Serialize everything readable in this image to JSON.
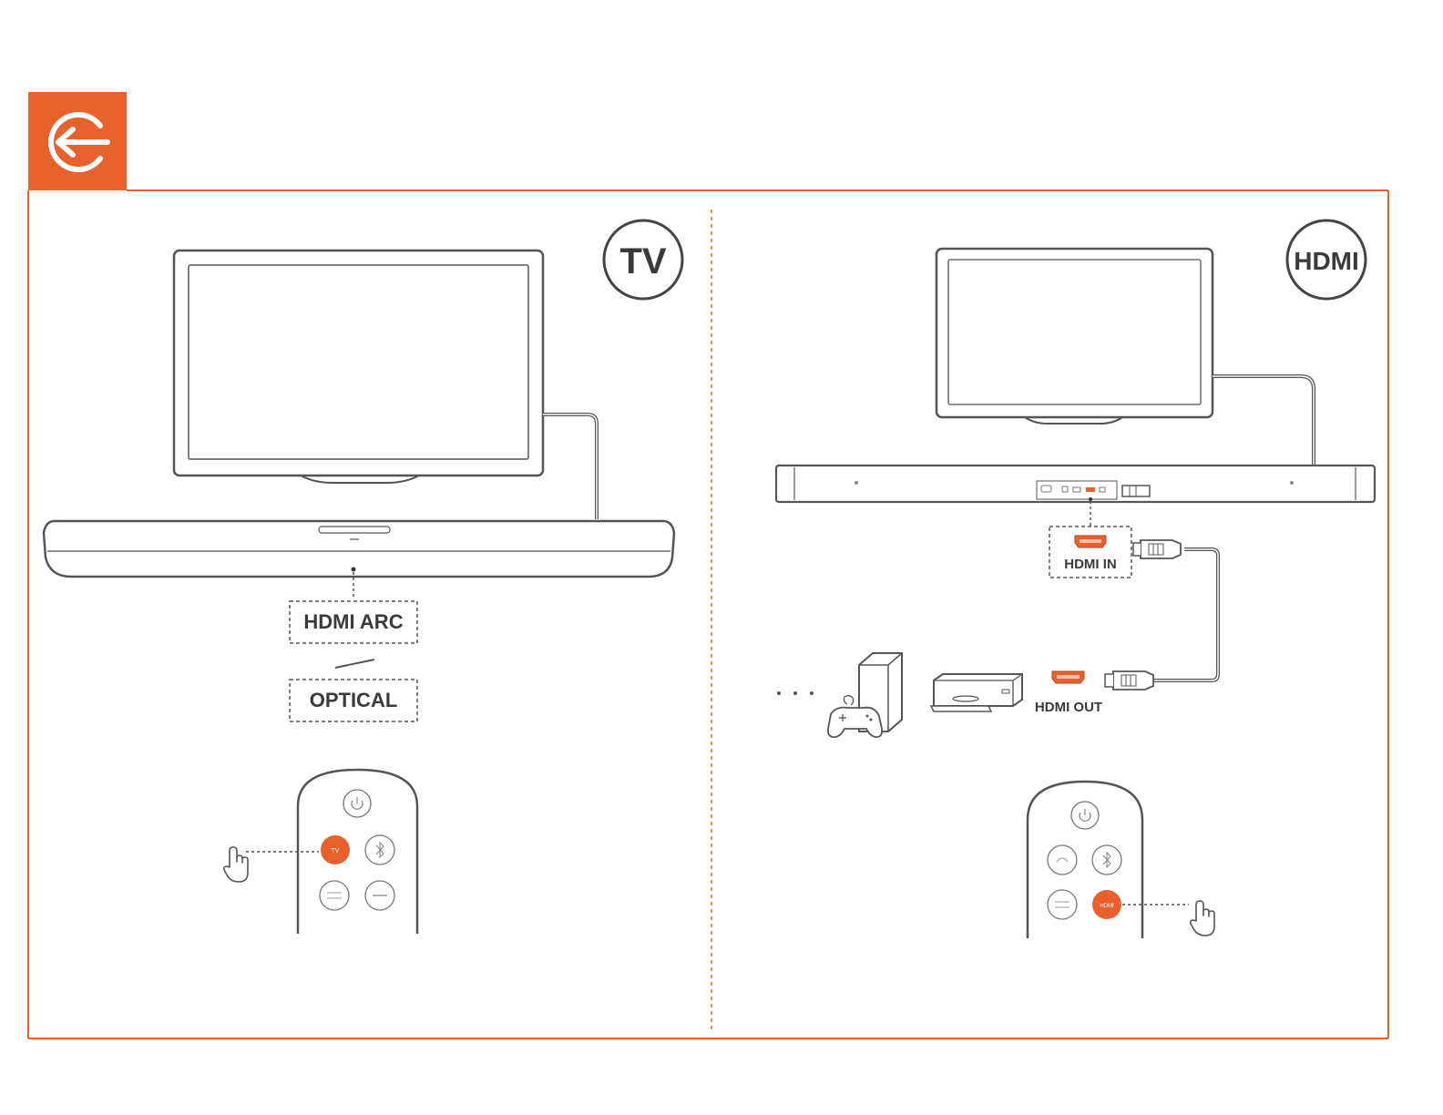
{
  "colors": {
    "accent": "#E8602C",
    "line": "#555555",
    "frame": "#E8602C"
  },
  "header": {
    "icon": "source-input-icon"
  },
  "panel_tv": {
    "badge": "TV",
    "connector_primary": "HDMI ARC",
    "connector_secondary": "OPTICAL",
    "remote_button_highlighted": "TV",
    "remote_icons": [
      "power-icon",
      "tv-button",
      "bluetooth-icon",
      "soundeffect-button",
      "hdmi-button"
    ]
  },
  "panel_hdmi": {
    "badge": "HDMI",
    "port_in": "HDMI IN",
    "port_out": "HDMI OUT",
    "remote_button_highlighted": "HDMI",
    "remote_icons": [
      "power-icon",
      "tv-icon",
      "bluetooth-icon",
      "soundeffect-button",
      "hdmi-button"
    ],
    "source_devices": [
      "game-console-icon",
      "gamepad-icon",
      "blu-ray-player-icon"
    ]
  }
}
